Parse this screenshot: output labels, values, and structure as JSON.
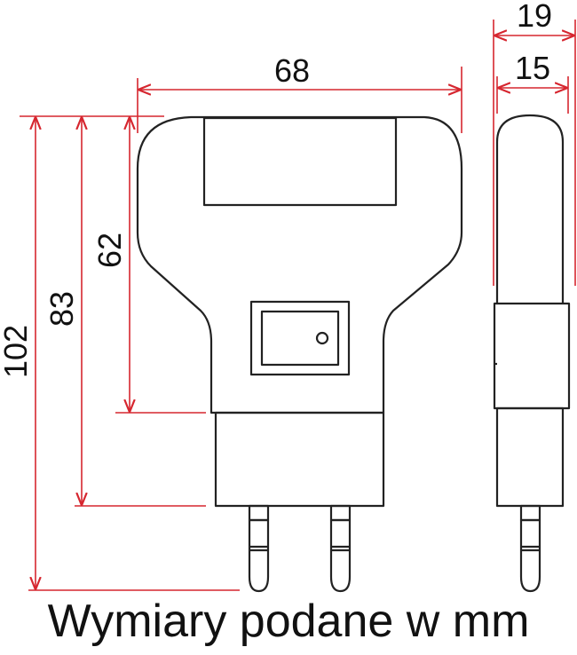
{
  "diagram": {
    "colors": {
      "outline": "#222222",
      "dimension": "#d6262f",
      "text": "#111111"
    },
    "dimensions": {
      "front_width": "68",
      "side_width_outer": "19",
      "side_width_inner": "15",
      "total_height": "102",
      "body_height": "83",
      "upper_height": "62"
    }
  },
  "caption": "Wymiary podane w mm"
}
